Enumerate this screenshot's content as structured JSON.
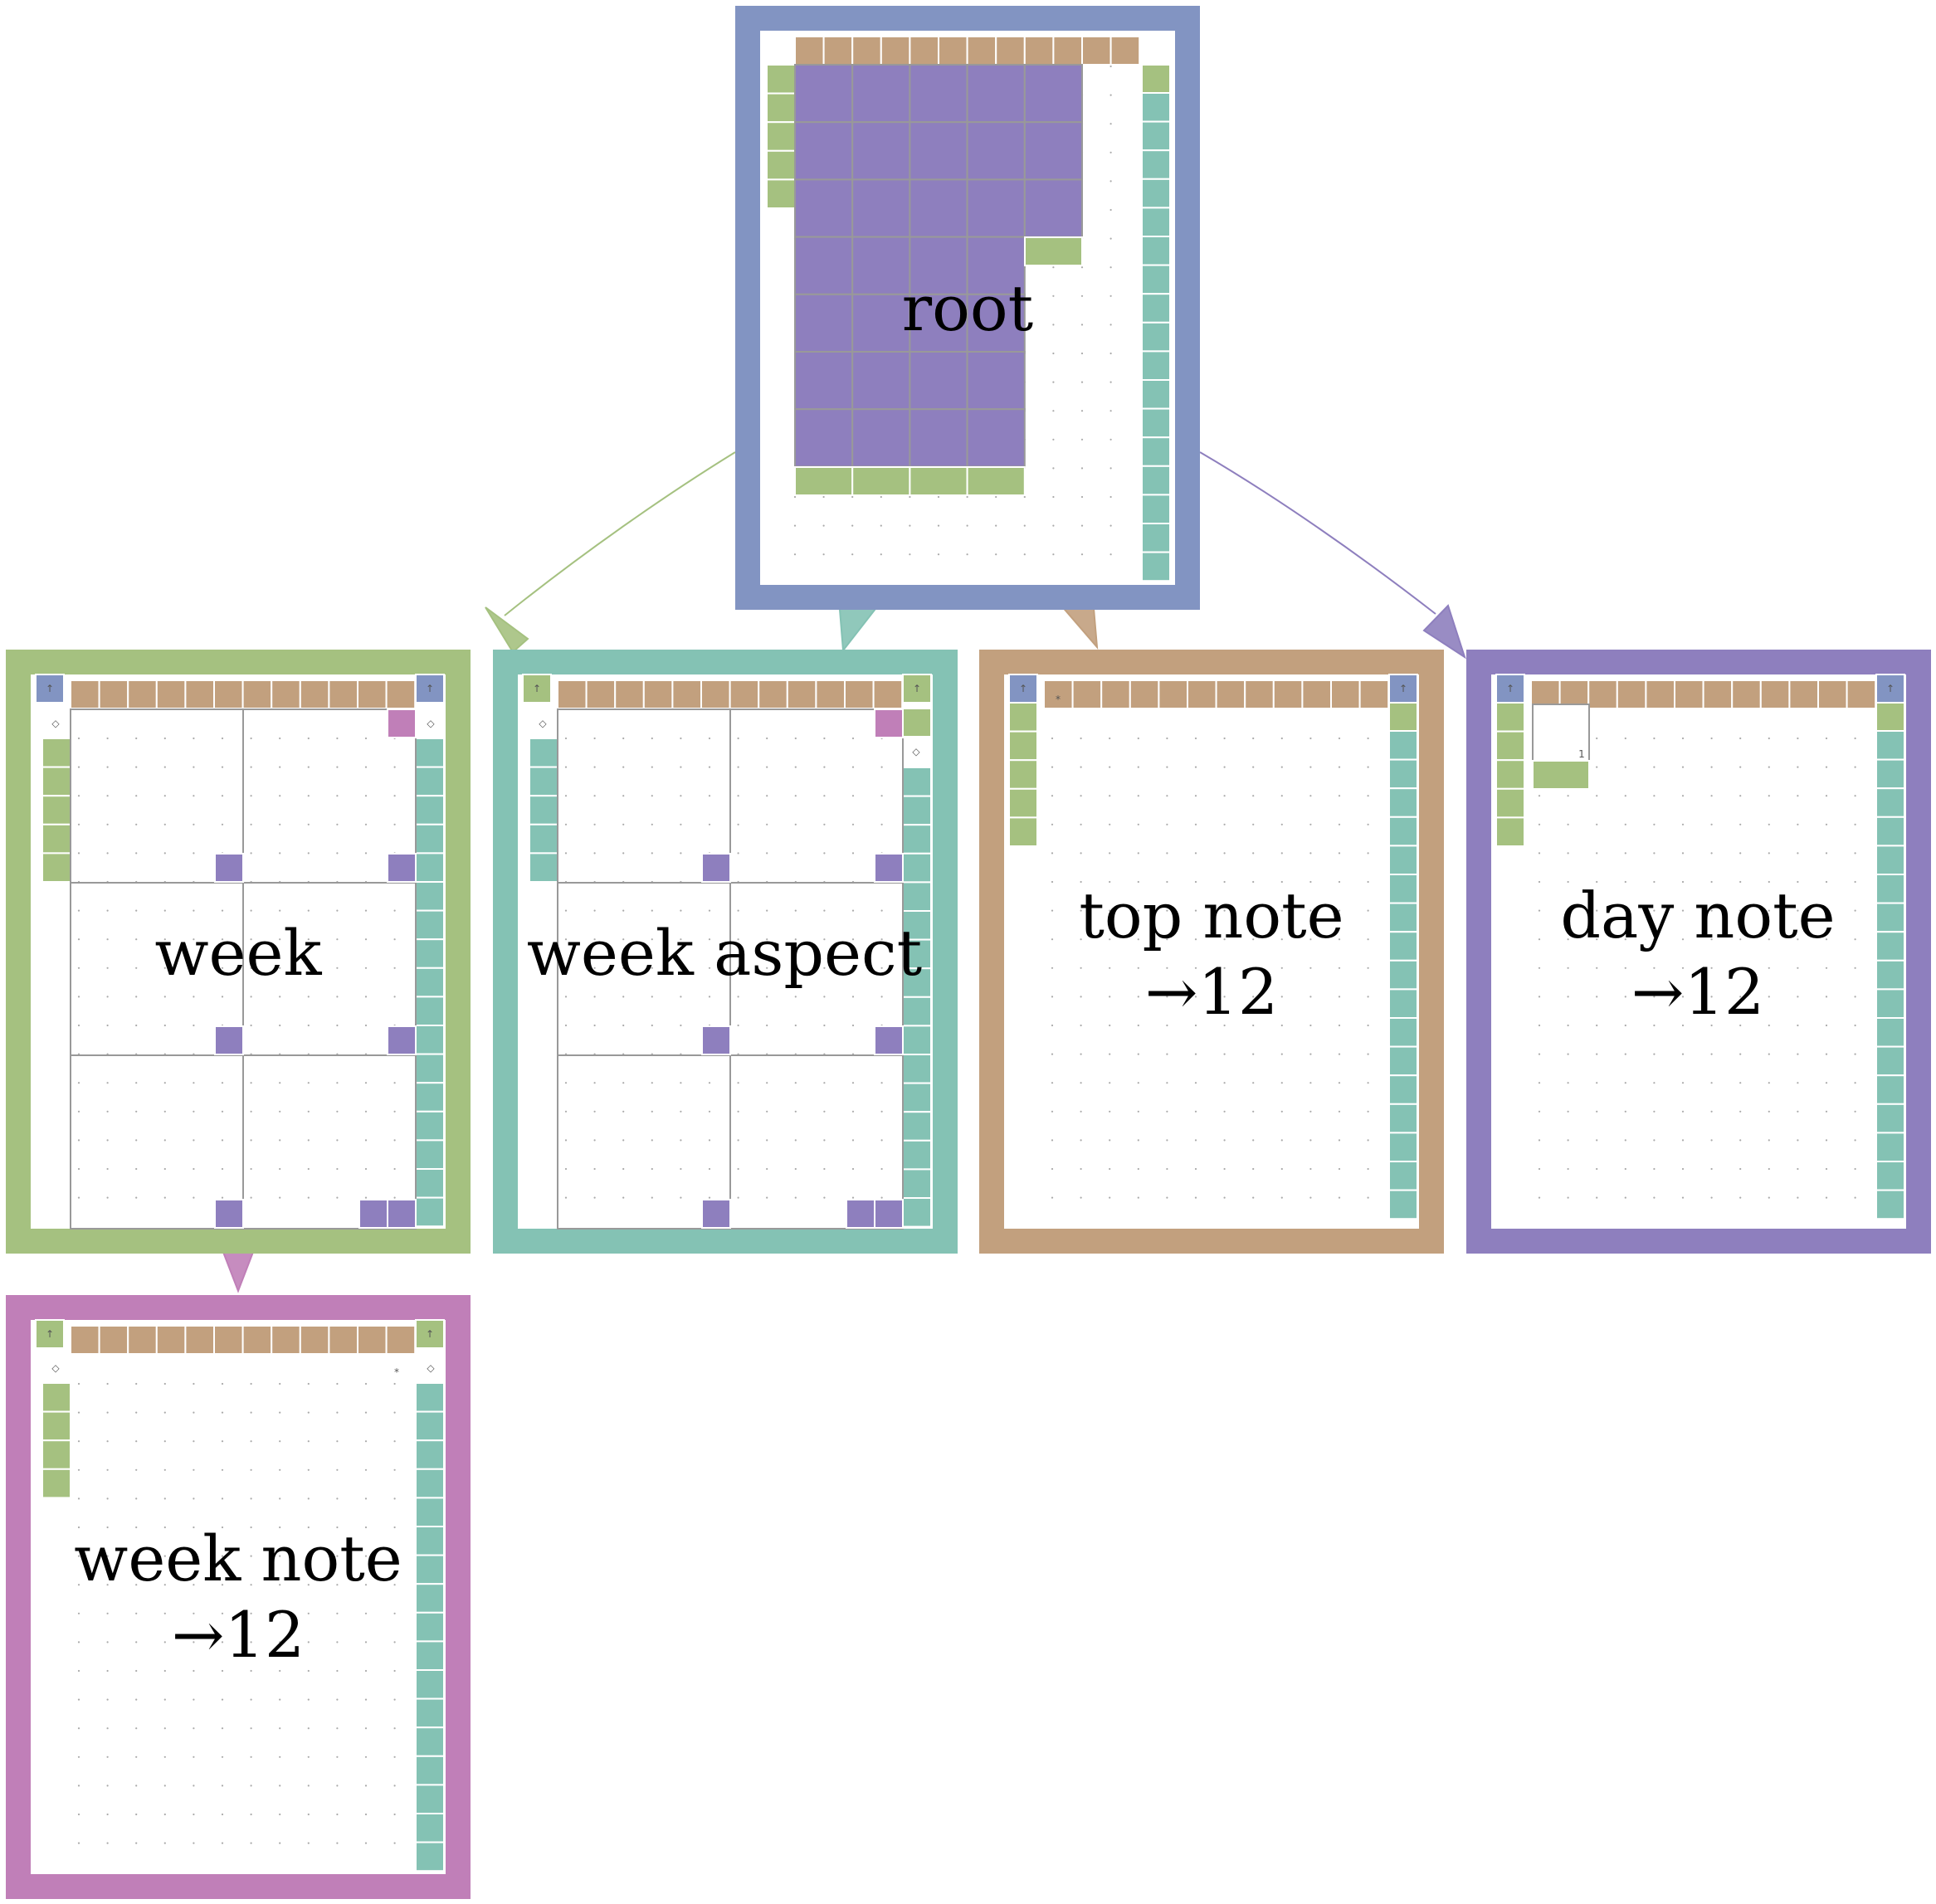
{
  "colors": {
    "blue": "#8294c2",
    "green": "#a5c180",
    "teal": "#84c2b4",
    "tan": "#c2a07e",
    "purple": "#8e7fbe",
    "pink": "#c07fb8",
    "grid_line": "#999999",
    "dot": "#aaaaaa"
  },
  "nodes": [
    {
      "id": "root",
      "label_lines": [
        "root"
      ],
      "frame_color": "blue"
    },
    {
      "id": "week",
      "label_lines": [
        "week"
      ],
      "frame_color": "green"
    },
    {
      "id": "week-aspect",
      "label_lines": [
        "week aspect"
      ],
      "frame_color": "teal"
    },
    {
      "id": "top-note",
      "label_lines": [
        "top note",
        "→12"
      ],
      "frame_color": "tan"
    },
    {
      "id": "day-note",
      "label_lines": [
        "day note",
        "→12"
      ],
      "frame_color": "purple"
    },
    {
      "id": "week-note",
      "label_lines": [
        "week note",
        "→12"
      ],
      "frame_color": "pink"
    }
  ],
  "edges": [
    {
      "from": "root",
      "to": "week",
      "color": "green"
    },
    {
      "from": "root",
      "to": "week-aspect",
      "color": "teal"
    },
    {
      "from": "root",
      "to": "top-note",
      "color": "tan"
    },
    {
      "from": "root",
      "to": "day-note",
      "color": "purple"
    },
    {
      "from": "week",
      "to": "week-note",
      "color": "pink"
    }
  ],
  "glyphs": {
    "up_arrow": "↑",
    "diamond": "◇",
    "star": "*",
    "one": "1"
  }
}
